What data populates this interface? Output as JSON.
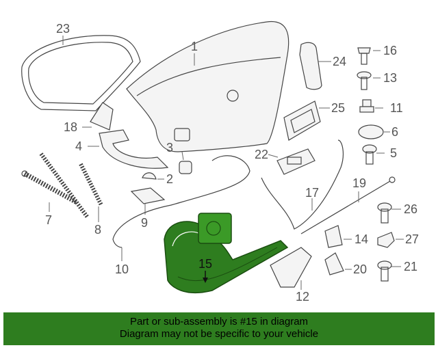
{
  "diagram": {
    "highlight_color": "#2e7d1f",
    "callouts": [
      {
        "id": "1",
        "label": "1"
      },
      {
        "id": "2",
        "label": "2"
      },
      {
        "id": "3",
        "label": "3"
      },
      {
        "id": "4",
        "label": "4"
      },
      {
        "id": "5",
        "label": "5"
      },
      {
        "id": "6",
        "label": "6"
      },
      {
        "id": "7",
        "label": "7"
      },
      {
        "id": "8",
        "label": "8"
      },
      {
        "id": "9",
        "label": "9"
      },
      {
        "id": "10",
        "label": "10"
      },
      {
        "id": "11",
        "label": "11"
      },
      {
        "id": "12",
        "label": "12"
      },
      {
        "id": "13",
        "label": "13"
      },
      {
        "id": "14",
        "label": "14"
      },
      {
        "id": "15",
        "label": "15"
      },
      {
        "id": "16",
        "label": "16"
      },
      {
        "id": "17",
        "label": "17"
      },
      {
        "id": "18",
        "label": "18"
      },
      {
        "id": "19",
        "label": "19"
      },
      {
        "id": "20",
        "label": "20"
      },
      {
        "id": "21",
        "label": "21"
      },
      {
        "id": "22",
        "label": "22"
      },
      {
        "id": "23",
        "label": "23"
      },
      {
        "id": "24",
        "label": "24"
      },
      {
        "id": "25",
        "label": "25"
      },
      {
        "id": "26",
        "label": "26"
      },
      {
        "id": "27",
        "label": "27"
      }
    ]
  },
  "banner": {
    "line1": "Part or sub-assembly is #15 in diagram",
    "line2": "Diagram may not be specific to your vehicle",
    "background": "#2e7d1f"
  }
}
